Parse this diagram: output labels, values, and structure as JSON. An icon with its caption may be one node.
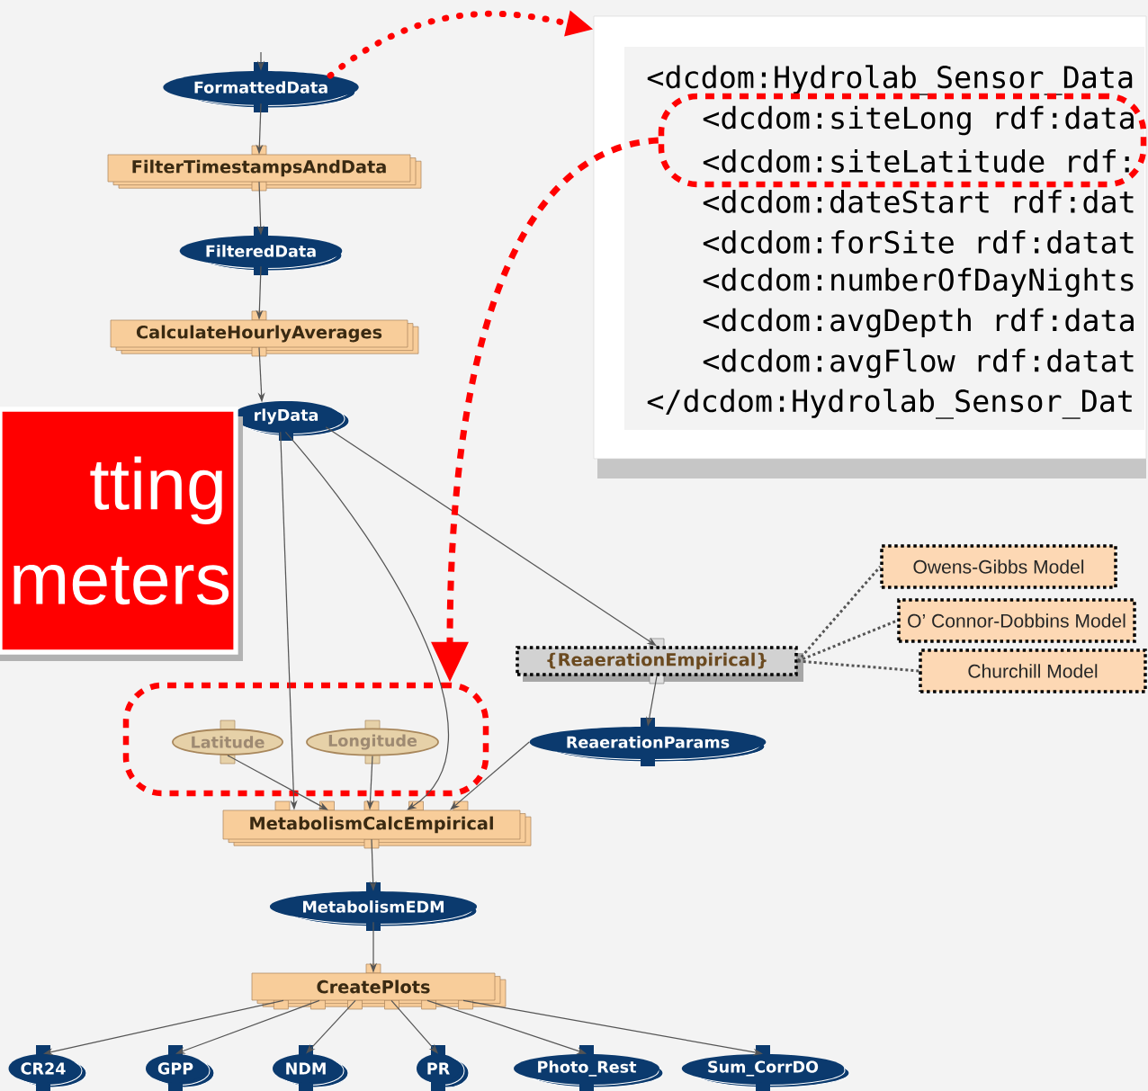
{
  "diagram": {
    "nodes": [
      {
        "text": [
          "FormattedData"
        ]
      },
      {
        "text": [
          "<dcdom:Hydrolab_Sensor_Data",
          "<dcdom:dateStart rdf:dat",
          "<dcdom:forSite rdf:datat",
          "<dcdom:numberOfDayNights",
          "<dcdom:avgDepth rdf:data",
          "<dcdom:avgFlow rdf:datat",
          "</dcdom:Hydrolab_Sensor_Dat"
        ]
      },
      {
        "text": [
          "<dcdom:siteLong rdf:data",
          "<dcdom:siteLatitude rdf:"
        ],
        "in": 1
      },
      {
        "text": [
          "FilterTimestampsAndData"
        ]
      },
      {
        "text": [
          "FilteredData"
        ]
      },
      {
        "text": [
          "CalculateHourlyAverages"
        ]
      },
      {
        "text": [
          "rlyData"
        ]
      },
      {
        "text": [
          "tting meters"
        ]
      },
      {
        "text": [
          "{ReaerationEmpirical}"
        ]
      },
      {
        "text": [
          "Owens-Gibbs Model"
        ]
      },
      {
        "text": [
          "O’ Connor-Dobbins Model"
        ]
      },
      {
        "text": [
          "Churchill Model"
        ]
      },
      {
        "text": [],
        "shape": "box"
      },
      {
        "text": [
          "Latitude"
        ],
        "in": 12
      },
      {
        "text": [
          "Longitude"
        ],
        "in": 12
      },
      {
        "text": [
          "ReaerationParams"
        ]
      },
      {
        "text": [
          "MetabolismCalcEmpirical"
        ]
      },
      {
        "text": [
          "MetabolismEDM"
        ]
      },
      {
        "text": [
          "CreatePlots"
        ]
      },
      {
        "text": [
          "CR24"
        ]
      },
      {
        "text": [
          "GPP"
        ]
      },
      {
        "text": [
          "NDM"
        ]
      },
      {
        "text": [
          "PR"
        ]
      },
      {
        "text": [
          "Photo_Rest"
        ]
      },
      {
        "text": [
          "Sum_CorrDO"
        ]
      }
    ],
    "edges": [
      {
        "from": null,
        "to": 0,
        "arrow": "to"
      },
      {
        "from": 0,
        "to": 3,
        "arrow": "to"
      },
      {
        "from": 3,
        "to": 4,
        "arrow": "to"
      },
      {
        "from": 4,
        "to": 5,
        "arrow": "to"
      },
      {
        "from": 5,
        "to": 6,
        "arrow": "to"
      },
      {
        "from": 6,
        "to": 16,
        "arrow": "to"
      },
      {
        "from": 6,
        "to": 16,
        "arrow": "to"
      },
      {
        "from": 6,
        "to": 8,
        "arrow": "to"
      },
      {
        "from": 13,
        "to": 16,
        "arrow": "to"
      },
      {
        "from": 14,
        "to": 16,
        "arrow": "to"
      },
      {
        "from": 15,
        "to": 16,
        "arrow": "to"
      },
      {
        "from": 8,
        "to": 15,
        "arrow": "to"
      },
      {
        "from": 8,
        "to": 9,
        "arrow": "none",
        "style": "dashed"
      },
      {
        "from": 8,
        "to": 10,
        "arrow": "none",
        "style": "dashed"
      },
      {
        "from": 8,
        "to": 11,
        "arrow": "none",
        "style": "dashed"
      },
      {
        "from": 16,
        "to": 17,
        "arrow": "to"
      },
      {
        "from": 17,
        "to": 18,
        "arrow": "to"
      },
      {
        "from": 18,
        "to": 19,
        "arrow": "to"
      },
      {
        "from": 18,
        "to": 20,
        "arrow": "to"
      },
      {
        "from": 18,
        "to": 21,
        "arrow": "to"
      },
      {
        "from": 18,
        "to": 22,
        "arrow": "to"
      },
      {
        "from": 18,
        "to": 23,
        "arrow": "to"
      },
      {
        "from": 18,
        "to": 24,
        "arrow": "to"
      },
      {
        "from": 0,
        "to": 1,
        "arrow": "to",
        "style": "dashed",
        "color": "#ff0000"
      },
      {
        "from": 2,
        "to": 12,
        "arrow": "to",
        "style": "dashed",
        "color": "#ff0000"
      }
    ]
  }
}
